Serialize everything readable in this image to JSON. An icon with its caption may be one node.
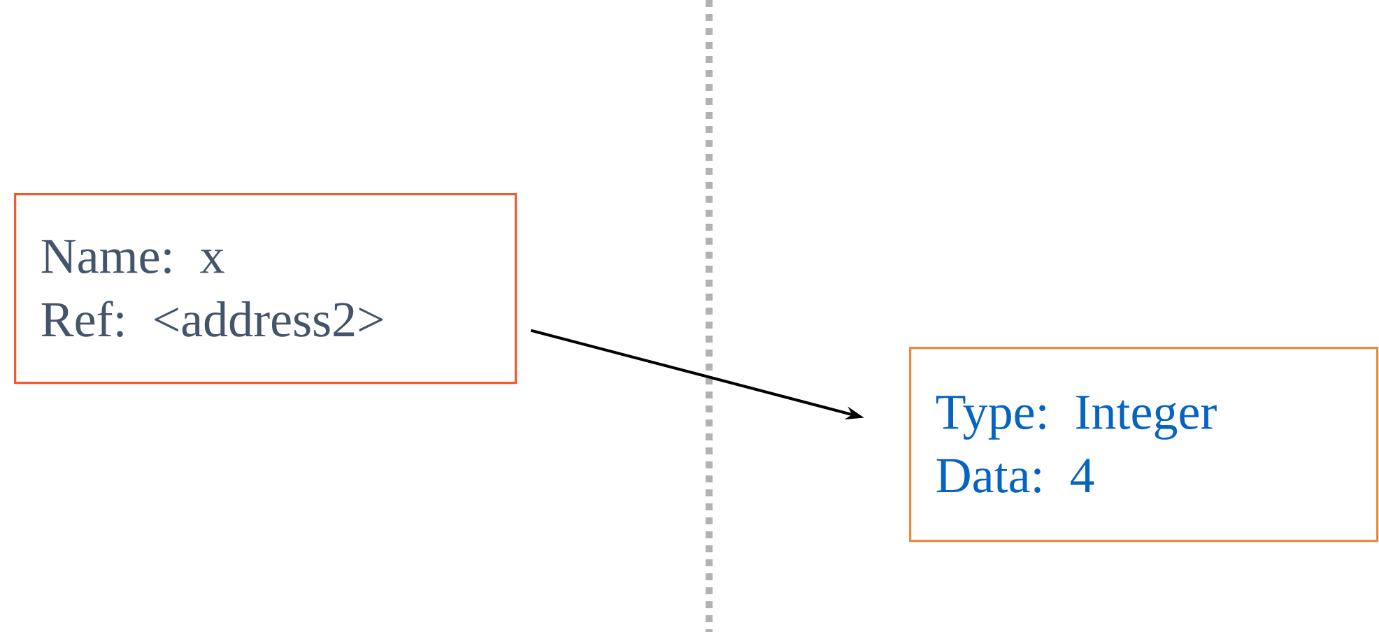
{
  "diagram": {
    "nodes": [
      {
        "text": [
          "Name: x",
          "Ref: <address2>"
        ]
      },
      {
        "text": [
          "Type: Integer",
          "Data: 4"
        ]
      }
    ],
    "edges": [
      {
        "from": 0,
        "to": 1,
        "arrow": "to"
      }
    ]
  }
}
